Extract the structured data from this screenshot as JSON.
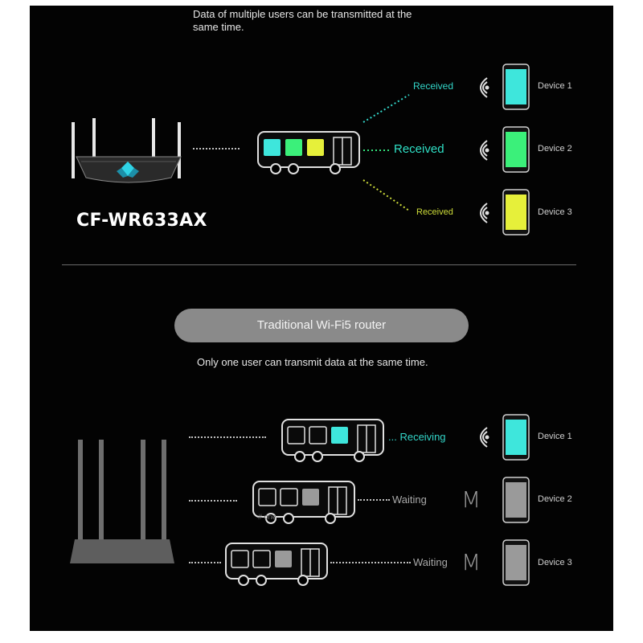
{
  "top": {
    "caption_line1": "Data of multiple users can be transmitted at the",
    "caption_line2": "same time.",
    "router_model": "CF-WR633AX",
    "statuses": [
      "Received",
      "Received",
      "Received"
    ],
    "devices": [
      "Device 1",
      "Device 2",
      "Device 3"
    ],
    "colors": {
      "cyan": "#3ee6dc",
      "green": "#3bf07a",
      "yellow": "#e6f03a"
    }
  },
  "bottom": {
    "pill_label": "Traditional Wi-Fi5 router",
    "caption": "Only one user can transmit data at the same time.",
    "statuses": [
      "... Receiving",
      "Waiting",
      "Waiting"
    ],
    "m_glyphs": [
      "M",
      "M"
    ],
    "devices": [
      "Device 1",
      "Device 2",
      "Device 3"
    ],
    "bus_small_text": "# one",
    "colors": {
      "cyan": "#3ee6dc",
      "grey": "#9a9a9a"
    }
  }
}
